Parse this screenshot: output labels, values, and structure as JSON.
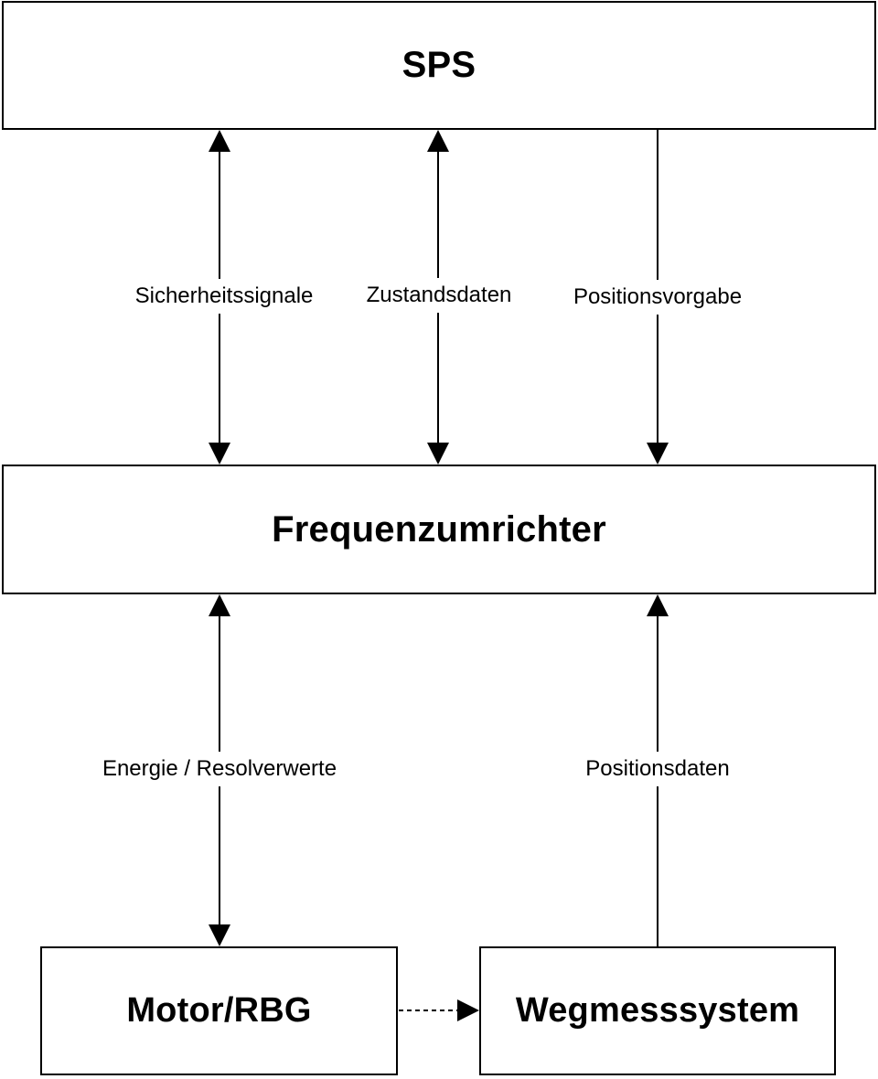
{
  "nodes": {
    "sps": "SPS",
    "frequenzumrichter": "Frequenzumrichter",
    "motor": "Motor/RBG",
    "wegmesssystem": "Wegmesssystem"
  },
  "edges": [
    {
      "from": "SPS",
      "to": "Frequenzumrichter",
      "label": "Sicherheitssignale",
      "direction": "bidirectional",
      "style": "solid"
    },
    {
      "from": "SPS",
      "to": "Frequenzumrichter",
      "label": "Zustandsdaten",
      "direction": "bidirectional",
      "style": "solid"
    },
    {
      "from": "SPS",
      "to": "Frequenzumrichter",
      "label": "Positionsvorgabe",
      "direction": "forward",
      "style": "solid"
    },
    {
      "from": "Frequenzumrichter",
      "to": "Motor/RBG",
      "label": "Energie / Resolverwerte",
      "direction": "bidirectional",
      "style": "solid"
    },
    {
      "from": "Wegmesssystem",
      "to": "Frequenzumrichter",
      "label": "Positionsdaten",
      "direction": "forward",
      "style": "solid"
    },
    {
      "from": "Motor/RBG",
      "to": "Wegmesssystem",
      "label": "",
      "direction": "forward",
      "style": "dashed"
    }
  ],
  "colors": {
    "stroke": "#000000",
    "background": "#ffffff"
  }
}
